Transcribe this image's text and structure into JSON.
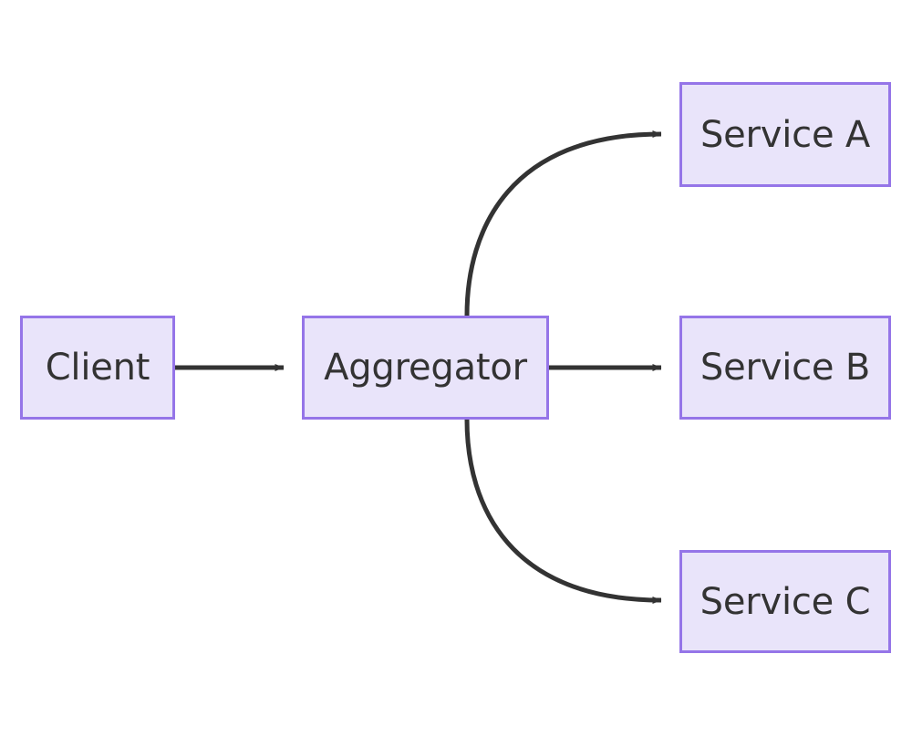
{
  "diagram": {
    "type": "flowchart",
    "direction": "left-to-right",
    "background_color": "#ffffff",
    "node_fill_color": "#e9e4fa",
    "node_border_color": "#9575e8",
    "node_text_color": "#333333",
    "edge_color": "#333333",
    "nodes": [
      {
        "id": "client",
        "label": "Client"
      },
      {
        "id": "aggregator",
        "label": "Aggregator"
      },
      {
        "id": "service_a",
        "label": "Service A"
      },
      {
        "id": "service_b",
        "label": "Service B"
      },
      {
        "id": "service_c",
        "label": "Service C"
      }
    ],
    "edges": [
      {
        "from": "client",
        "to": "aggregator",
        "label": "",
        "style": "straight-arrow"
      },
      {
        "from": "aggregator",
        "to": "service_a",
        "label": "",
        "style": "curved-arrow"
      },
      {
        "from": "aggregator",
        "to": "service_b",
        "label": "",
        "style": "straight-arrow"
      },
      {
        "from": "aggregator",
        "to": "service_c",
        "label": "",
        "style": "curved-arrow"
      }
    ]
  }
}
